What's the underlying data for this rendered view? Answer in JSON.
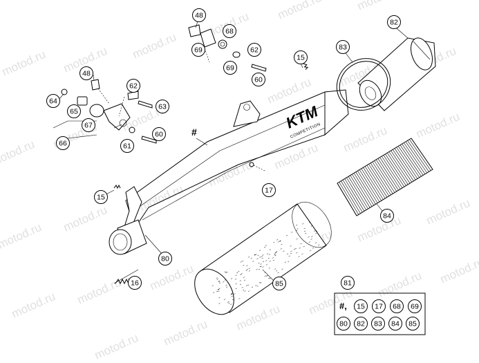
{
  "watermark": "motod.ru",
  "brand": {
    "logo": "KTM",
    "subtitle": "COMPETITION"
  },
  "hash_label": "#",
  "callouts": [
    {
      "id": "c48a",
      "label": "48"
    },
    {
      "id": "c68",
      "label": "68"
    },
    {
      "id": "c82",
      "label": "82"
    },
    {
      "id": "c69a",
      "label": "69"
    },
    {
      "id": "c62a",
      "label": "62"
    },
    {
      "id": "c83",
      "label": "83"
    },
    {
      "id": "c15a",
      "label": "15"
    },
    {
      "id": "c69b",
      "label": "69"
    },
    {
      "id": "c60a",
      "label": "60"
    },
    {
      "id": "c48b",
      "label": "48"
    },
    {
      "id": "c62b",
      "label": "62"
    },
    {
      "id": "c64",
      "label": "64"
    },
    {
      "id": "c63",
      "label": "63"
    },
    {
      "id": "c65",
      "label": "65"
    },
    {
      "id": "c67",
      "label": "67"
    },
    {
      "id": "c60b",
      "label": "60"
    },
    {
      "id": "c66",
      "label": "66"
    },
    {
      "id": "c61",
      "label": "61"
    },
    {
      "id": "c17",
      "label": "17"
    },
    {
      "id": "c15b",
      "label": "15"
    },
    {
      "id": "c84",
      "label": "84"
    },
    {
      "id": "c80",
      "label": "80"
    },
    {
      "id": "c16",
      "label": "16"
    },
    {
      "id": "c85",
      "label": "85"
    },
    {
      "id": "c81",
      "label": "81"
    }
  ],
  "kit": {
    "hash": "#,",
    "row1": [
      "15",
      "17",
      "68",
      "69"
    ],
    "row2": [
      "80",
      "82",
      "83",
      "84",
      "85"
    ]
  }
}
